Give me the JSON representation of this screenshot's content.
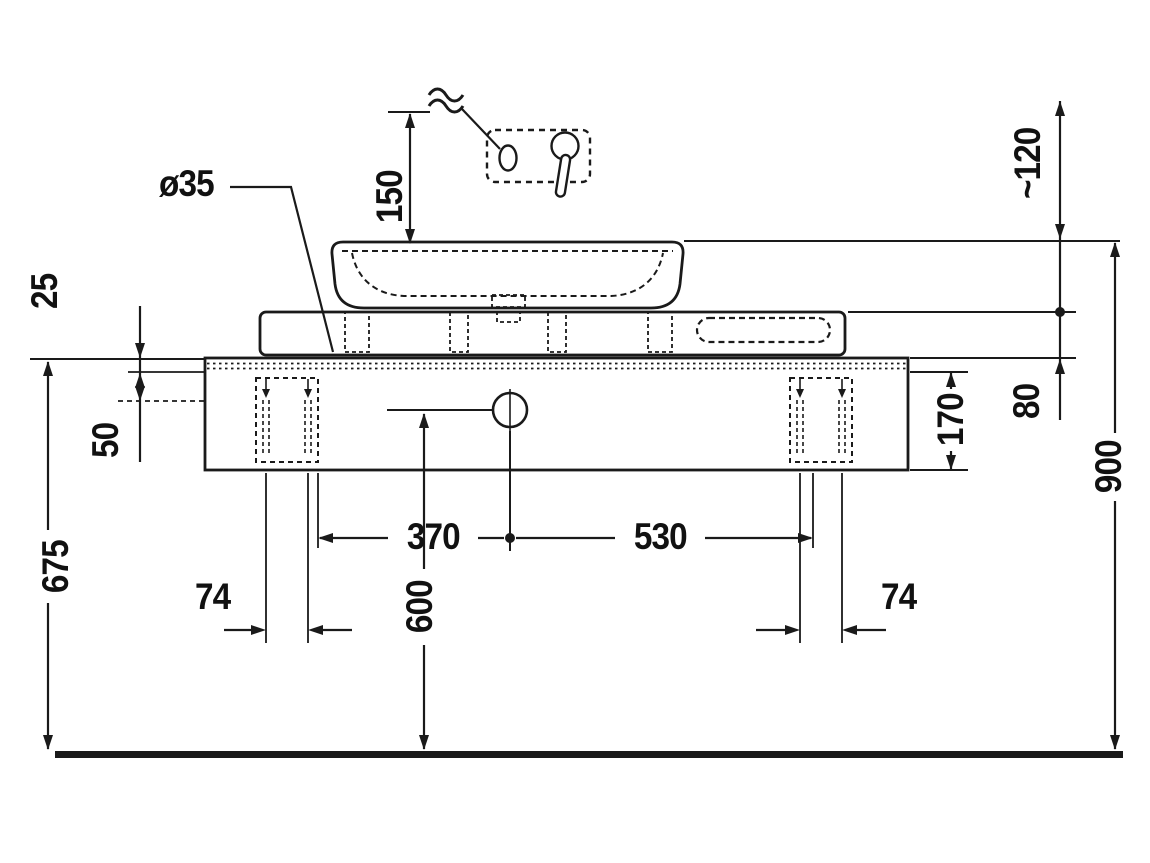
{
  "labels": {
    "diameter_35": "ø35",
    "dim_150": "150",
    "dim_120": "~120",
    "dim_25": "25",
    "dim_50": "50",
    "dim_675": "675",
    "dim_170": "170",
    "dim_80": "80",
    "dim_900": "900",
    "dim_370": "370",
    "dim_530": "530",
    "dim_600": "600",
    "dim_74_left": "74",
    "dim_74_right": "74"
  },
  "drawing": {
    "line_color": "#1a1a1a",
    "background": "#ffffff"
  }
}
